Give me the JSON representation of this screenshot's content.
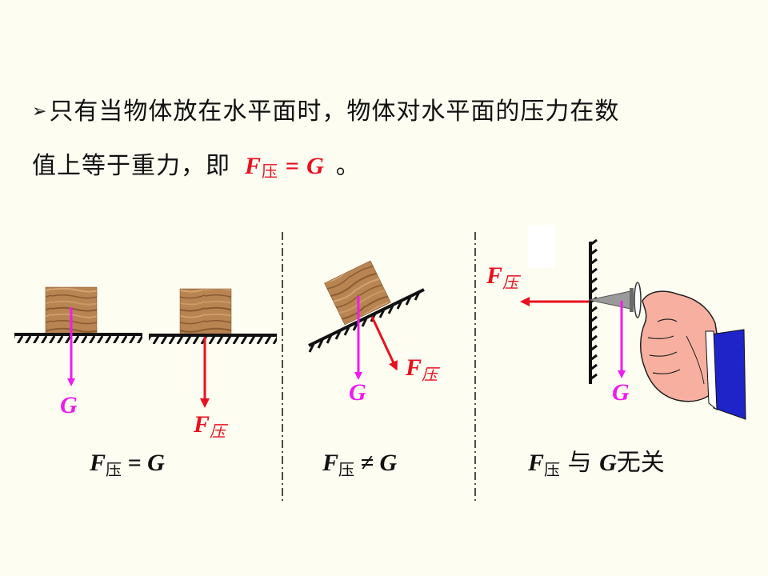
{
  "statement": {
    "bullet": "➢",
    "line1": "只有当物体放在水平面时，物体对水平面的压力在数",
    "line2_before": "值上等于重力，即",
    "formula": {
      "F": "F",
      "sub": "压",
      "rest": " = G"
    },
    "line2_after": "。"
  },
  "labels": {
    "G": "G",
    "F": "F",
    "press_sub": "压"
  },
  "captions": {
    "c1": {
      "F": "F",
      "sub": "压",
      "rest": " = G"
    },
    "c2": {
      "F": "F",
      "sub": "压",
      "rest": " ≠ G"
    },
    "c3": {
      "F": "F",
      "sub": "压",
      "mid": " 与 ",
      "G": "G",
      "tail": "无关"
    }
  },
  "colors": {
    "gravity": "#ee1cee",
    "pressure": "#e8101e",
    "text": "#111111",
    "background": "#fdfdf1"
  }
}
